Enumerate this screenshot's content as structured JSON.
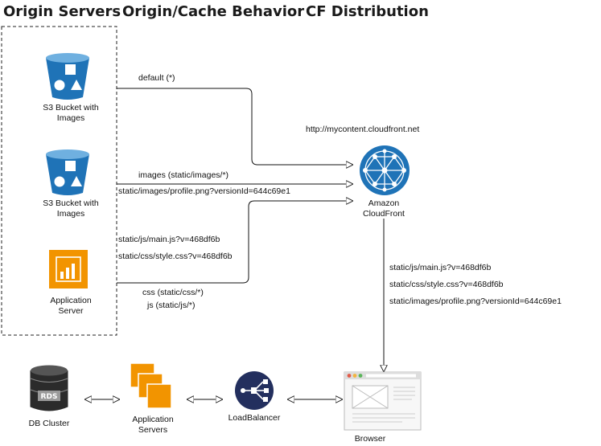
{
  "headings": {
    "origin_servers": "Origin Servers",
    "origin_cache_behavior": "Origin/Cache Behavior",
    "cf_distribution": "CF Distribution"
  },
  "origins": {
    "s3_images_1": {
      "line1": "S3 Bucket with",
      "line2": "Images",
      "icon": "s3-bucket-icon",
      "color": "#1f73b7"
    },
    "s3_images_2": {
      "line1": "S3 Bucket with",
      "line2": "Images",
      "icon": "s3-bucket-icon",
      "color": "#1f73b7"
    },
    "app_server": {
      "line1": "Application",
      "line2": "Server",
      "icon": "application-server-icon",
      "color": "#f29400"
    }
  },
  "behaviors": {
    "default": "default (*)",
    "images": "images (static/images/*)",
    "css": "css (static/css/*)",
    "js": "js (static/js/*)"
  },
  "request_paths": {
    "profile": "static/images/profile.png?versionId=644c69e1",
    "main_js": "static/js/main.js?v=468df6b",
    "style_css": "static/css/style.css?v=468df6b"
  },
  "cloudfront": {
    "url": "http://mycontent.cloudfront.net",
    "line1": "Amazon",
    "line2": "CloudFront",
    "icon": "cloudfront-icon",
    "color": "#1f73b7"
  },
  "cdn_paths": [
    "static/js/main.js?v=468df6b",
    "static/css/style.css?v=468df6b",
    "static/images/profile.png?versionId=644c69e1"
  ],
  "bottom": {
    "db": {
      "label": "DB Cluster",
      "badge": "RDS",
      "icon": "rds-database-icon"
    },
    "app_servers": {
      "line1": "Application",
      "line2": "Servers",
      "icon": "application-servers-icon"
    },
    "load_balancer": {
      "label": "LoadBalancer",
      "icon": "load-balancer-icon"
    },
    "browser": {
      "label": "Browser",
      "icon": "browser-window-icon"
    }
  }
}
